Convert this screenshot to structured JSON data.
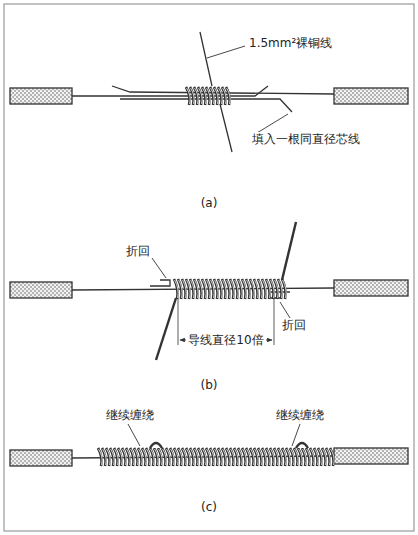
{
  "diagram": {
    "labels": [
      "1.5mm²裸铜线",
      "填入一根同直径芯线",
      "(a)",
      "折回",
      "折回",
      "导线直径10倍",
      "(b)",
      "继续缠绕",
      "继续缠绕",
      "(c)"
    ]
  }
}
